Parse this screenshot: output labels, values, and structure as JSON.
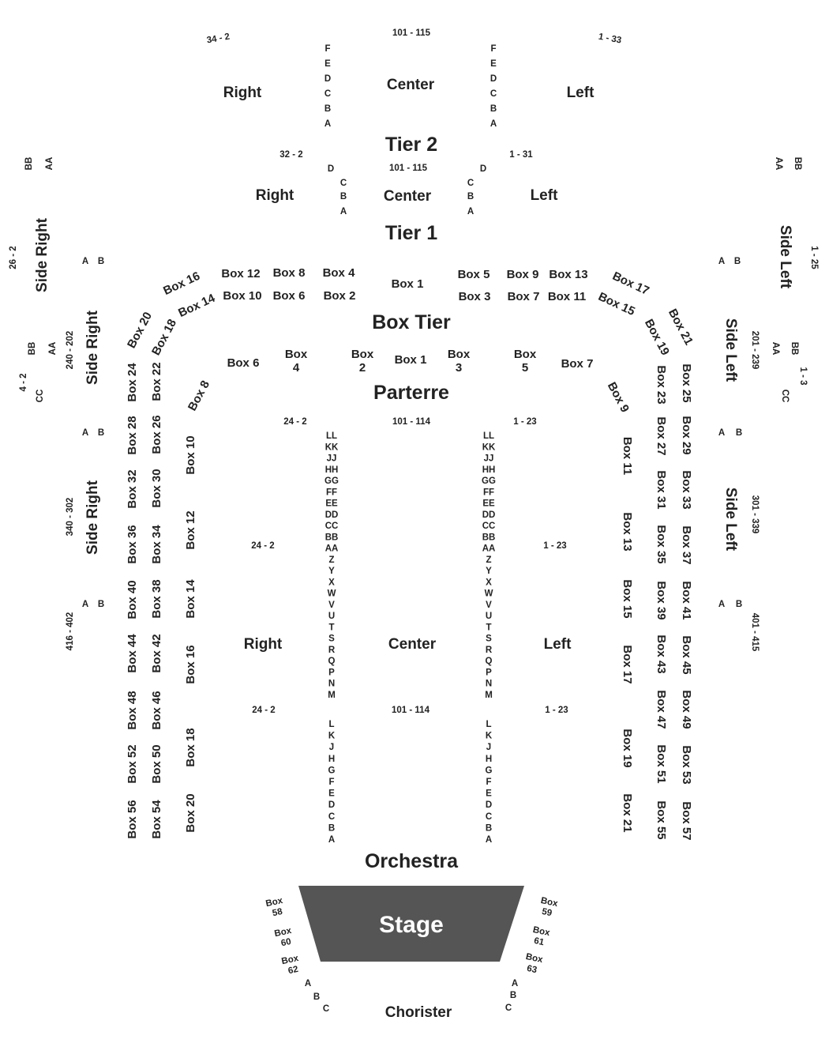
{
  "map": {
    "sections": {
      "tier2": "Tier 2",
      "tier1": "Tier 1",
      "box_tier": "Box Tier",
      "parterre": "Parterre",
      "orchestra": "Orchestra",
      "chorister": "Chorister"
    },
    "stage": {
      "label": "Stage",
      "fill": "#555555"
    },
    "areas": {
      "right": "Right",
      "center": "Center",
      "left": "Left",
      "side_right": "Side Right",
      "side_left": "Side Left"
    },
    "ranges": {
      "t2_right": "34 - 2",
      "t2_center": "101 - 115",
      "t2_left": "1 - 33",
      "t1_right": "32 - 2",
      "t1_center": "101 - 115",
      "t1_left": "1 - 31",
      "sr_upper": "26 - 2",
      "sl_upper": "1 - 25",
      "sr_mid": "240 - 202",
      "sr_low": "4 - 2",
      "sl_mid": "201 - 239",
      "sl_low": "1 - 3",
      "sr_300": "340 - 302",
      "sl_300": "301 - 339",
      "sr_400": "416 - 402",
      "sl_400": "401 - 415",
      "orch_right": "24 - 2",
      "orch_center": "101 - 114",
      "orch_left": "1 - 23"
    },
    "rows": {
      "tier2": [
        "F",
        "E",
        "D",
        "C",
        "B",
        "A"
      ],
      "tier1_first": "D",
      "tier1": [
        "C",
        "B",
        "A"
      ],
      "orch_upper": [
        "LL",
        "KK",
        "JJ",
        "HH",
        "GG",
        "FF",
        "EE",
        "DD",
        "CC",
        "BB",
        "AA",
        "Z",
        "Y",
        "X",
        "W",
        "V",
        "U",
        "T",
        "S",
        "R",
        "Q",
        "P",
        "N",
        "M"
      ],
      "orch_lower": [
        "L",
        "K",
        "J",
        "H",
        "G",
        "F",
        "E",
        "D",
        "C",
        "B",
        "A"
      ],
      "side_ab": [
        "A",
        "B"
      ],
      "side_aabb": [
        "AA",
        "BB"
      ],
      "cc": "CC",
      "chorister": [
        "A",
        "B",
        "C"
      ]
    },
    "boxes": {
      "b1": "Box 1",
      "b2": "Box 2",
      "b3": "Box 3",
      "b4": "Box 4",
      "b5": "Box 5",
      "b6": "Box 6",
      "b7": "Box 7",
      "b8": "Box 8",
      "b9": "Box 9",
      "b10": "Box 10",
      "b11": "Box 11",
      "b12": "Box 12",
      "b13": "Box 13",
      "b14": "Box 14",
      "b15": "Box 15",
      "b16": "Box 16",
      "b17": "Box 17",
      "b18": "Box 18",
      "b19": "Box 19",
      "b20": "Box 20",
      "b21": "Box 21",
      "b22": "Box 22",
      "b23": "Box 23",
      "b24": "Box 24",
      "b25": "Box 25",
      "b26": "Box 26",
      "b27": "Box 27",
      "b28": "Box 28",
      "b29": "Box 29",
      "b30": "Box 30",
      "b31": "Box 31",
      "b32": "Box 32",
      "b33": "Box 33",
      "b34": "Box 34",
      "b35": "Box 35",
      "b36": "Box 36",
      "b37": "Box 37",
      "b38": "Box 38",
      "b39": "Box 39",
      "b40": "Box 40",
      "b41": "Box 41",
      "b42": "Box 42",
      "b43": "Box 43",
      "b44": "Box 44",
      "b45": "Box 45",
      "b46": "Box 46",
      "b47": "Box 47",
      "b48": "Box 48",
      "b49": "Box 49",
      "b50": "Box 50",
      "b51": "Box 51",
      "b52": "Box 52",
      "b53": "Box 53",
      "b54": "Box 54",
      "b55": "Box 55",
      "b56": "Box 56",
      "b57": "Box 57"
    },
    "parterre_box": {
      "word": "Box",
      "n1": "1",
      "n2": "2",
      "n3": "3",
      "n4": "4",
      "n5": "5"
    },
    "stage_boxes": {
      "word": "Box",
      "n58": "58",
      "n59": "59",
      "n60": "60",
      "n61": "61",
      "n62": "62",
      "n63": "63"
    }
  }
}
